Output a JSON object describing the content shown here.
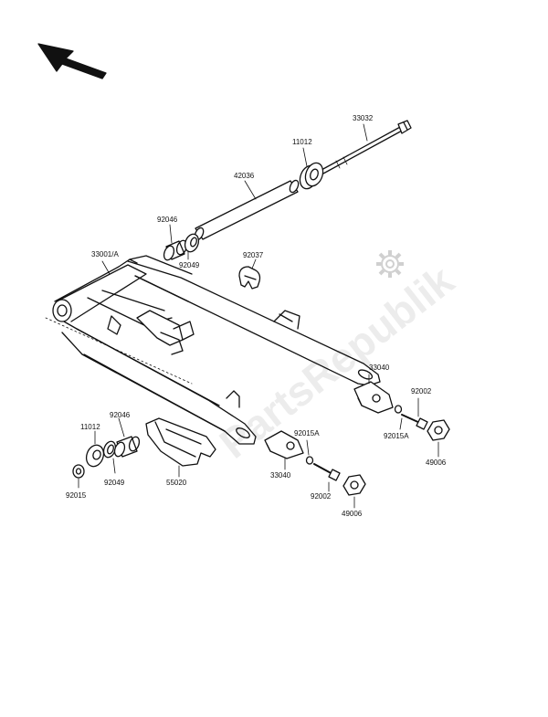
{
  "watermark": {
    "text": "PartsRepublik"
  },
  "labels": {
    "l33032": "33032",
    "l11012_top": "11012",
    "l42036": "42036",
    "l92046_top": "92046",
    "l33001a": "33001/A",
    "l92049_top": "92049",
    "l92037": "92037",
    "l33040_right": "33040",
    "l92002_right": "92002",
    "l92015a_right": "92015A",
    "l49006_right": "49006",
    "l11012_left": "11012",
    "l92046_left": "92046",
    "l92049_left": "92049",
    "l92015": "92015",
    "l55020": "55020",
    "l92015a_mid": "92015A",
    "l33040_mid": "33040",
    "l92002_mid": "92002",
    "l49006_mid": "49006"
  },
  "icons": {
    "arrow": "direction-arrow-icon",
    "gear": "gear-icon"
  },
  "colors": {
    "ink": "#111111",
    "background": "#ffffff"
  }
}
